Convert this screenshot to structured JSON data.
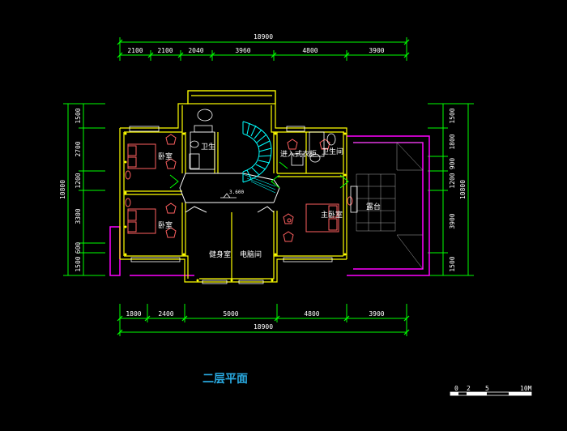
{
  "drawing": {
    "title": "二层平面",
    "scale_labels": [
      "0",
      "2",
      "5",
      "10M"
    ]
  },
  "dimensions": {
    "top_total": "18900",
    "top_segments": [
      "2100",
      "2100",
      "2040",
      "3960",
      "4800",
      "3900"
    ],
    "bottom_total": "18900",
    "bottom_segments": [
      "1800",
      "2400",
      "5000",
      "4800",
      "3900"
    ],
    "left_total": "10800",
    "left_segments": [
      "1500",
      "2700",
      "1200",
      "3300",
      "600",
      "1500"
    ],
    "right_total": "10800",
    "right_segments": [
      "1500",
      "1800",
      "900",
      "1200",
      "3900",
      "1500"
    ]
  },
  "rooms": {
    "bedroom_1": "卧室",
    "bedroom_2": "卧室",
    "bathroom_1": "卫生",
    "bathroom_2": "卫生间",
    "walk_in_closet": "进入式衣柜",
    "master_bedroom": "主卧室",
    "terrace": "露台",
    "gym": "健身室",
    "computer_room": "电脑间",
    "level_mark": "3.600"
  },
  "colors": {
    "background": "#000000",
    "dimension_lines": "#00ff00",
    "walls": "#ffff00",
    "terrace_outline": "#ff00ff",
    "furniture": "#ff4040",
    "stair": "#00ffff",
    "title": "#29a9e0"
  }
}
